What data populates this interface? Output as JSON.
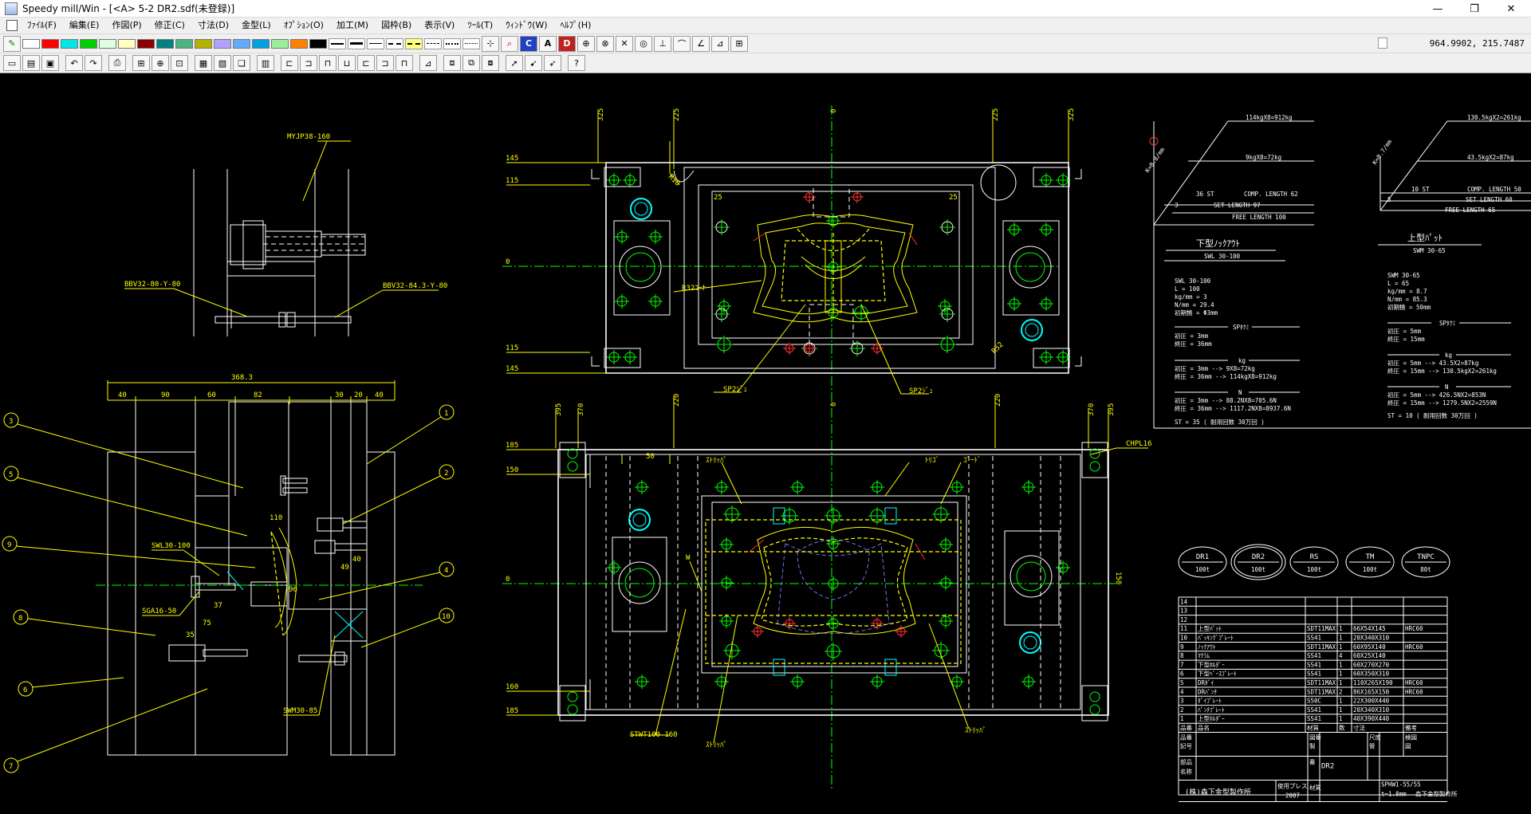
{
  "window": {
    "title": "Speedy mill/Win - [<A> 5-2 DR2.sdf(未登録)]",
    "min_glyph": "—",
    "max_glyph": "❐",
    "close_glyph": "✕"
  },
  "menu": [
    {
      "id": "file",
      "label": "ﾌｧｲﾙ(F)"
    },
    {
      "id": "edit",
      "label": "編集(E)"
    },
    {
      "id": "draw",
      "label": "作図(P)"
    },
    {
      "id": "modify",
      "label": "修正(C)"
    },
    {
      "id": "dim",
      "label": "寸法(D)"
    },
    {
      "id": "mold",
      "label": "金型(L)"
    },
    {
      "id": "option",
      "label": "ｵﾌﾟｼｮﾝ(O)"
    },
    {
      "id": "machining",
      "label": "加工(M)"
    },
    {
      "id": "figure",
      "label": "図枠(B)"
    },
    {
      "id": "view",
      "label": "表示(V)"
    },
    {
      "id": "tool",
      "label": "ﾂｰﾙ(T)"
    },
    {
      "id": "window",
      "label": "ｳｨﾝﾄﾞｳ(W)"
    },
    {
      "id": "help",
      "label": "ﾍﾙﾌﾟ(H)"
    }
  ],
  "colors": {
    "palette": [
      "#ffffff",
      "#ff0000",
      "#00e5e5",
      "#00d000",
      "#e0ffe0",
      "#ffffc0",
      "#8b0000",
      "#008080",
      "#4db380",
      "#b3b300",
      "#b0a0ff",
      "#66aaff",
      "#00a0e0",
      "#99ee99",
      "#ff8000",
      "#000000"
    ],
    "yellow": "#ffff00",
    "white": "#ffffff",
    "green": "#00ff00",
    "cyan": "#00ffff",
    "red": "#ff3030",
    "blue": "#6060ff"
  },
  "coords": "964.9902,  215.7487",
  "toolbar1_icons": {
    "pen": "pen-icon",
    "snap": "snap-icon",
    "zoom": "zoom-icon",
    "c": "C",
    "a": "A",
    "d": "D"
  },
  "toolbar2_icons": [
    {
      "id": "new",
      "icon": "new-file-icon",
      "glyph": "▭"
    },
    {
      "id": "open",
      "icon": "open-folder-icon",
      "glyph": "▤"
    },
    {
      "id": "save",
      "icon": "save-icon",
      "glyph": "▣"
    },
    {
      "id": "undo",
      "icon": "undo-icon",
      "glyph": "↶"
    },
    {
      "id": "redo",
      "icon": "redo-icon",
      "glyph": "↷"
    },
    {
      "id": "print",
      "icon": "print-icon",
      "glyph": "⎙"
    },
    {
      "id": "zoom-window",
      "icon": "zoom-window-icon",
      "glyph": "⊞"
    },
    {
      "id": "zoom",
      "icon": "zoom-icon",
      "glyph": "⊕"
    },
    {
      "id": "zoom-fit",
      "icon": "zoom-fit-icon",
      "glyph": "⊡"
    },
    {
      "id": "layer",
      "icon": "layer-icon",
      "glyph": "▦"
    },
    {
      "id": "plot",
      "icon": "plot-icon",
      "glyph": "▧"
    },
    {
      "id": "copy",
      "icon": "copy-icon",
      "glyph": "❏"
    },
    {
      "id": "calc",
      "icon": "calculator-icon",
      "glyph": "▥"
    },
    {
      "id": "dim1",
      "icon": "dimension-icon",
      "glyph": "⊏"
    },
    {
      "id": "dim2",
      "icon": "dimension-icon",
      "glyph": "⊐"
    },
    {
      "id": "dim3",
      "icon": "dimension-icon",
      "glyph": "⊓"
    },
    {
      "id": "dim4",
      "icon": "dimension-icon",
      "glyph": "⊔"
    },
    {
      "id": "dim5",
      "icon": "dimension-icon",
      "glyph": "⊏"
    },
    {
      "id": "dim6",
      "icon": "dimension-icon",
      "glyph": "⊐"
    },
    {
      "id": "dim7",
      "icon": "dimension-icon",
      "glyph": "⊓"
    },
    {
      "id": "measure",
      "icon": "measure-icon",
      "glyph": "⊿"
    },
    {
      "id": "mold1",
      "icon": "mold-icon",
      "glyph": "⧈"
    },
    {
      "id": "mold2",
      "icon": "mold-icon",
      "glyph": "⧉"
    },
    {
      "id": "mold3",
      "icon": "mold-icon",
      "glyph": "⧇"
    },
    {
      "id": "select1",
      "icon": "select-icon",
      "glyph": "➚"
    },
    {
      "id": "select2",
      "icon": "select-icon",
      "glyph": "➹"
    },
    {
      "id": "select3",
      "icon": "select-icon",
      "glyph": "➶"
    },
    {
      "id": "help",
      "icon": "help-icon",
      "glyph": "?"
    }
  ],
  "drawing": {
    "side_top": {
      "part_label": "MYJP38-160",
      "bolt1": "BBV32-80-Y-80",
      "bolt2": "BBV32-84.3-Y-80"
    },
    "side_main": {
      "overall": "368.3",
      "dims": [
        "40",
        "90",
        "60",
        "82",
        "30",
        "20",
        "40"
      ],
      "d_110": "110",
      "d_96": "96",
      "d_37": "37",
      "d_49": "49",
      "d_75": "75",
      "d_35": "35",
      "d_40": "40",
      "labels": [
        "SWL30-100",
        "SGA16-50",
        "SWM30-85"
      ],
      "balloons": [
        "1",
        "2",
        "3",
        "4",
        "5",
        "6",
        "7",
        "8",
        "9",
        "10"
      ]
    },
    "plan_upper": {
      "dims_top": [
        "325",
        "225",
        "0",
        "225",
        "325"
      ],
      "dims_left": [
        "145",
        "115",
        "0",
        "115",
        "145"
      ],
      "r10": "R10",
      "d25a": "25",
      "d25b": "25",
      "r52": "R52",
      "note1": "SP2ｼﾞｭ",
      "note2": "SP2ｼﾞｭ",
      "note3": "R32ｺｰﾅｰ"
    },
    "plan_lower": {
      "dims_top": [
        "395",
        "370",
        "220",
        "0",
        "220",
        "370",
        "395"
      ],
      "dims_left": [
        "185",
        "150",
        "0",
        "160",
        "185"
      ],
      "d50": "50",
      "d150": "150",
      "chpl": "CHPL16",
      "bottom_label": "STWT100-160",
      "notes": [
        "ｽﾄﾘｯﾊﾟ",
        "ﾄﾘｺﾞ",
        "ｺﾞｰﾄﾞ",
        "ｽﾄﾘｯﾊﾟ",
        "ｽﾄﾘｯﾊﾟ"
      ]
    },
    "spring1": {
      "l1": "114kgX8=912kg",
      "l2": "9kgX8=72kg",
      "comp": "COMP. LENGTH 62",
      "set": "SET LENGTH 97",
      "free": "FREE LENGTH 100",
      "ang": "K=8.8/mm",
      "d36": "36 ST",
      "d3": "3",
      "title": "下型ﾉｯｸｱｳﾄ",
      "subtitle": "SWL 30-100",
      "specs": [
        "SWL 30-100",
        "L = 100",
        "kg/mm = 3",
        "N/mm = 29.4",
        "初期撓 = Φ3mm"
      ],
      "sep_sp": "SPﾀｸﾐ",
      "sp": [
        "初圧 = 3mm",
        "終圧 = 36mm"
      ],
      "sep_kg": "kg",
      "kg": [
        "初圧 = 3mm  --> 9X8=72kg",
        "終圧 = 36mm --> 114kgX8=912kg"
      ],
      "sep_n": "N",
      "n": [
        "初圧 = 3mm  --> 88.2NX8=705.6N",
        "終圧 = 36mm --> 1117.2NX8=8937.6N"
      ],
      "st": "ST = 35  ( 耐用回数 30万回 )"
    },
    "spring2": {
      "l1": "130.5kgX2=261kg",
      "l2": "43.5kgX2=87kg",
      "comp": "COMP. LENGTH 50",
      "set": "SET LENGTH 60",
      "free": "FREE LENGTH 65",
      "ang": "K=8.7/mm",
      "d10": "10 ST",
      "d5": "5",
      "title": "上型ﾊﾟｯﾄ",
      "subtitle": "SWM 30-65",
      "specs": [
        "SWM 30-65",
        "L = 65",
        "kg/mm = 8.7",
        "N/mm = 85.3",
        "初期撓 = 50mm"
      ],
      "sep_sp": "SPﾀｸﾐ",
      "sp": [
        "初圧 = 5mm",
        "終圧 = 15mm"
      ],
      "sep_kg": "kg",
      "kg": [
        "初圧 = 5mm  --> 43.5X2=87kg",
        "終圧 = 15mm --> 130.5kgX2=261kg"
      ],
      "sep_n": "N",
      "n": [
        "初圧 = 5mm  --> 426.5NX2=853N",
        "終圧 = 15mm --> 1279.5NX2=2559N"
      ],
      "st": "ST = 10  ( 耐用回数 30万回 )"
    },
    "process_ovals": [
      {
        "top": "DR1",
        "bot": "100t"
      },
      {
        "top": "DR2",
        "bot": "100t"
      },
      {
        "top": "RS",
        "bot": "100t"
      },
      {
        "top": "TM",
        "bot": "100t"
      },
      {
        "top": "TNPC",
        "bot": "80t"
      }
    ],
    "parts_table": {
      "rows": [
        {
          "n": "14",
          "name": "",
          "mat": "",
          "q": "",
          "dim": "",
          "note": ""
        },
        {
          "n": "13",
          "name": "",
          "mat": "",
          "q": "",
          "dim": "",
          "note": ""
        },
        {
          "n": "12",
          "name": "",
          "mat": "",
          "q": "",
          "dim": "",
          "note": ""
        },
        {
          "n": "11",
          "name": "上型ﾊﾟｯﾄ",
          "mat": "SDT11MAX",
          "q": "1",
          "dim": "66X54X145",
          "note": "HRC60"
        },
        {
          "n": "10",
          "name": "ﾊﾞｯｷﾝｸﾞﾌﾟﾚｰﾄ",
          "mat": "SS41",
          "q": "1",
          "dim": "20X340X310",
          "note": ""
        },
        {
          "n": "9",
          "name": "ﾉｯｸｱｳﾄ",
          "mat": "SDT11MAX",
          "q": "1",
          "dim": "60X95X140",
          "note": "HRC60"
        },
        {
          "n": "8",
          "name": "ﾏｸﾗﾑ",
          "mat": "SS41",
          "q": "4",
          "dim": "60X25X140",
          "note": ""
        },
        {
          "n": "7",
          "name": "下型ﾎﾙﾀﾞｰ",
          "mat": "SS41",
          "q": "1",
          "dim": "60X270X270",
          "note": ""
        },
        {
          "n": "6",
          "name": "下型ﾍﾞｰｽﾌﾟﾚｰﾄ",
          "mat": "SS41",
          "q": "1",
          "dim": "60X350X310",
          "note": ""
        },
        {
          "n": "5",
          "name": "DRﾀﾞｲ",
          "mat": "SDT11MAX",
          "q": "1",
          "dim": "110X265X190",
          "note": "HRC60"
        },
        {
          "n": "4",
          "name": "DRﾊﾟﾝﾁ",
          "mat": "SDT11MAX",
          "q": "2",
          "dim": "86X165X150",
          "note": "HRC60"
        },
        {
          "n": "3",
          "name": "ﾀﾞｲﾌﾟﾚｰﾄ",
          "mat": "S50C",
          "q": "1",
          "dim": "22X300X440",
          "note": ""
        },
        {
          "n": "2",
          "name": "ﾊﾟﾝﾁﾌﾟﾚｰﾄ",
          "mat": "SS41",
          "q": "1",
          "dim": "20X340X310",
          "note": ""
        },
        {
          "n": "1",
          "name": "上型ﾎﾙﾀﾞｰ",
          "mat": "SS41",
          "q": "1",
          "dim": "40X390X440",
          "note": ""
        }
      ],
      "header": {
        "n": "品番",
        "name": "品名",
        "mat": "材質",
        "q": "数",
        "dim": "寸法",
        "note": "備考"
      },
      "labels": {
        "hinban": "品番",
        "kigou": "記号",
        "buhin": "部品",
        "mei": "名称",
        "zuban": "図番",
        "sei": "製",
        "ban": "番",
        "shaku": "尺度",
        "kan": "管",
        "kenzu": "検図",
        "zu": "図",
        "mat": "材質"
      },
      "part_name": "DR2",
      "company": "(株)森下金型製作所",
      "press": "使用プレス",
      "press_val": "2007",
      "mat_val": "SPHW1-55/55",
      "thick": "t=1.8mm",
      "company2": "森下金型製作所"
    }
  }
}
